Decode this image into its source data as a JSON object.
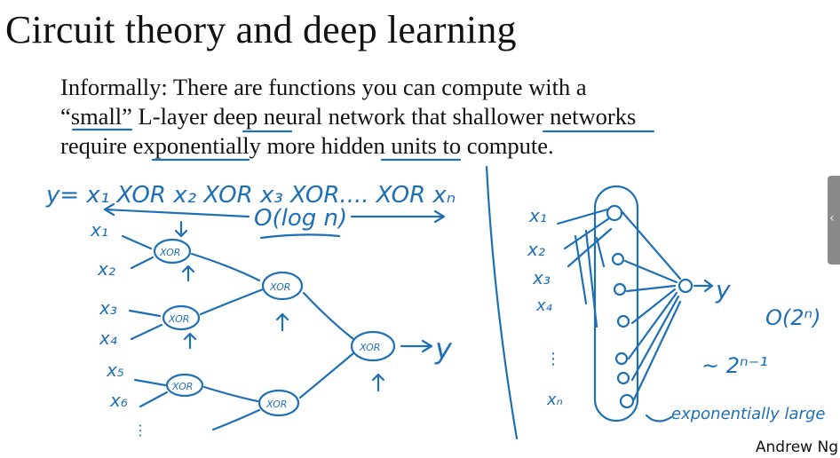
{
  "slide": {
    "title": "Circuit theory and deep learning",
    "body": {
      "line1": "Informally: There are functions you can compute with a",
      "line2": "“small” L-layer deep neural network that shallower networks",
      "line3": "require exponentially more hidden units to compute."
    },
    "author": "Andrew Ng"
  },
  "annotations": {
    "equation": "y= x₁ XOR x₂ XOR x₃ XOR.... XOR xₙ",
    "deep_depth": "O(log n)",
    "gate_label": "XOR",
    "inputs_left": [
      "x₁",
      "x₂",
      "x₃",
      "x₄",
      "x₅",
      "x₆"
    ],
    "inputs_right": [
      "x₁",
      "x₂",
      "x₃",
      "x₄",
      "xₙ"
    ],
    "output": "y",
    "shallow_size": "O(2ⁿ)",
    "shallow_units": "~ 2ⁿ⁻¹",
    "shallow_note": "exponentially large"
  },
  "colors": {
    "ink": "#1f6fb5",
    "text": "#111111",
    "background": "#ffffff"
  },
  "icons": {
    "side_tab": "chevron-left-icon"
  }
}
